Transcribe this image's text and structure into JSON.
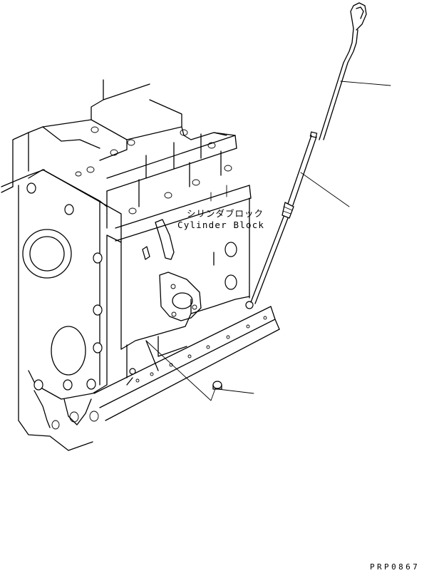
{
  "labels": {
    "part_name_jp": "シリンダブロック",
    "part_name_en": "Cylinder Block",
    "drawing_code": "PRP0867"
  },
  "colors": {
    "line": "#000000",
    "background": "#ffffff"
  }
}
